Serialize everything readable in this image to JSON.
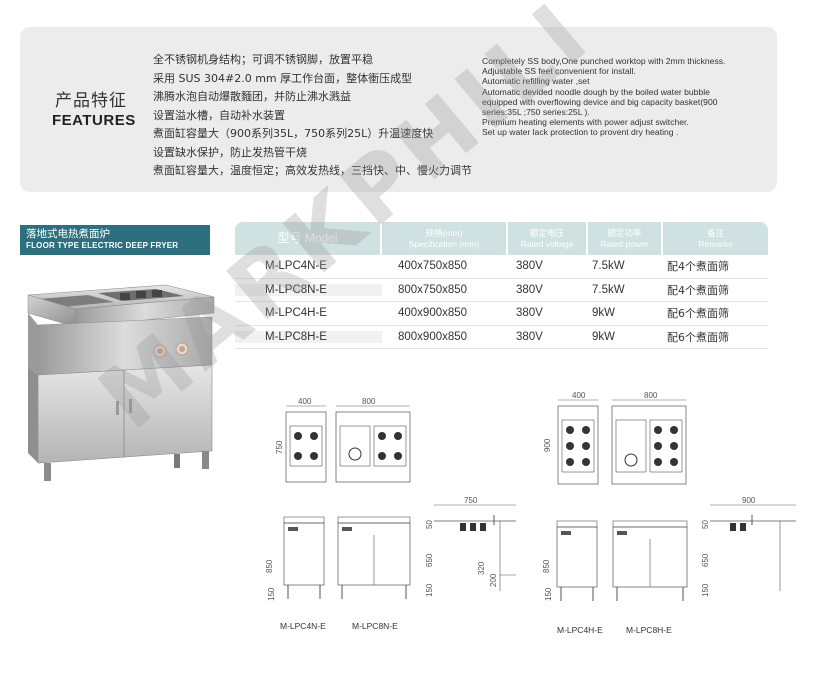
{
  "features": {
    "title_cn": "产品特征",
    "title_en": "FEATURES",
    "cn_items": [
      "全不锈钢机身结构；可调不锈钢脚，放置平稳",
      "采用 SUS 304#2.0 mm 厚工作台面，整体衝压成型",
      "沸腾水泡自动爆散麵团，并防止沸水溅益",
      "设置溢水槽，自动补水装置",
      "煮面缸容量大（900系列35L，750系列25L）升温速度快",
      "设置缺水保护，防止发热管干烧",
      "煮面缸容量大，温度恒定；高效发热线，三挡快、中、慢火力调节"
    ],
    "en_items": [
      "Completely SS body,One punched  worktop with 2mm thickness.",
      "Adjustable SS feet convenient for install.",
      "Automatic refilling water ,set",
      "Automatic devided noodle dough by the boiled water bubble",
      "equipped with overflowing device and big capacity basket(900",
      "series:35L ;750 series:25L ).",
      "Premium heating elements with power adjust switcher.",
      "Set up water lack protection to provent dry heating ."
    ]
  },
  "product_tag": {
    "cn": "落地式电热煮面炉",
    "en": "FLOOR TYPE ELECTRIC DEEP FRYER"
  },
  "spec_table": {
    "headers": [
      {
        "l1": "型号 Model",
        "l2": ""
      },
      {
        "l1": "规格(mm)",
        "l2": "Specification (mm)"
      },
      {
        "l1": "额定电压",
        "l2": "Rated voltage"
      },
      {
        "l1": "额定功率",
        "l2": "Rated power"
      },
      {
        "l1": "备注",
        "l2": "Remarks"
      }
    ],
    "rows": [
      {
        "model": "M-LPC4N-E",
        "spec": "400x750x850",
        "voltage": "380V",
        "power": "7.5kW",
        "remarks": "配4个煮面筛"
      },
      {
        "model": "M-LPC8N-E",
        "spec": "800x750x850",
        "voltage": "380V",
        "power": "7.5kW",
        "remarks": "配4个煮面筛"
      },
      {
        "model": "M-LPC4H-E",
        "spec": "400x900x850",
        "voltage": "380V",
        "power": "9kW",
        "remarks": "配6个煮面筛"
      },
      {
        "model": "M-LPC8H-E",
        "spec": "800x900x850",
        "voltage": "380V",
        "power": "9kW",
        "remarks": "配6个煮面筛"
      }
    ]
  },
  "drawings": {
    "top_left": {
      "w1": "400",
      "w2": "800",
      "d": "750"
    },
    "top_right": {
      "w1": "400",
      "w2": "800",
      "d": "900"
    },
    "side_left": {
      "d": "750",
      "h": "850",
      "h2": "650",
      "foot": "150",
      "top": "50",
      "s1": "320",
      "s2": "200"
    },
    "side_right": {
      "d": "900",
      "h": "850",
      "h2": "650",
      "foot": "150",
      "top": "50"
    },
    "captions": [
      "M-LPC4N-E",
      "M-LPC8N-E",
      "M-LPC4H-E",
      "M-LPC8H-E"
    ]
  },
  "watermark": "MARKPHILI"
}
